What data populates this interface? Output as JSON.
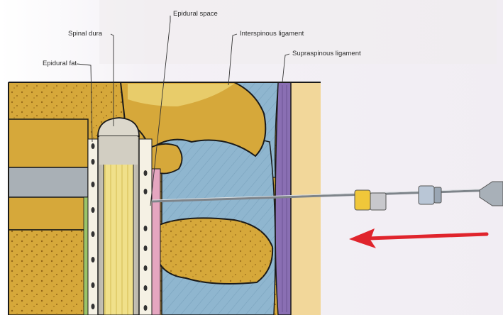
{
  "labels": {
    "epidural_space": "Epidural space",
    "spinal_dura": "Spinal dura",
    "interspinous_ligament": "Interspinous ligament",
    "supraspinous_ligament": "Supraspinous ligament",
    "epidural_fat": "Epidural fat"
  },
  "colors": {
    "bone": "#d6a83a",
    "bone_light": "#e8cc6a",
    "ligament_blue": "#8fb6cf",
    "supraspinous_purple": "#8a6fb3",
    "skin": "#f2d79a",
    "cord_yellow": "#f0e08a",
    "dura_gray": "#c9c5b8",
    "fat_white": "#f5f1e4",
    "arrow_red": "#e0242c",
    "needle": "#9aa0a6",
    "pink_layer": "#e5a6c0",
    "disc_gray": "#a9b0b6",
    "outline": "#1a1a1a"
  },
  "icons": {
    "direction": "needle-insertion-arrow-icon",
    "needle": "epidural-needle-icon"
  }
}
